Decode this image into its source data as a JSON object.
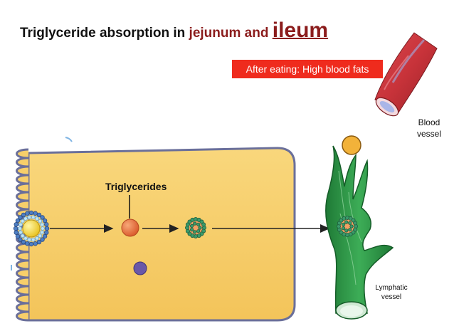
{
  "title": {
    "part1": "Triglyceride absorption in ",
    "part2": "jejunum and ",
    "part3": "ileum"
  },
  "banner": {
    "text": "After eating: High blood fats"
  },
  "labels": {
    "triglycerides": "Triglycerides",
    "blood_vessel_line1": "Blood",
    "blood_vessel_line2": "vessel",
    "lymphatic_line1": "Lymphatic",
    "lymphatic_line2": "vessel"
  },
  "colors": {
    "title_accent": "#8b1c1c",
    "banner_bg": "#ef2b1d",
    "cell_fill": "#f7cf6a",
    "cell_border": "#6a6f9a",
    "lymph_green": "#2e9e48",
    "blood_red": "#c8333a",
    "triglyceride": "#e8743a",
    "chylomicron_dots": "#2f8a5e"
  }
}
